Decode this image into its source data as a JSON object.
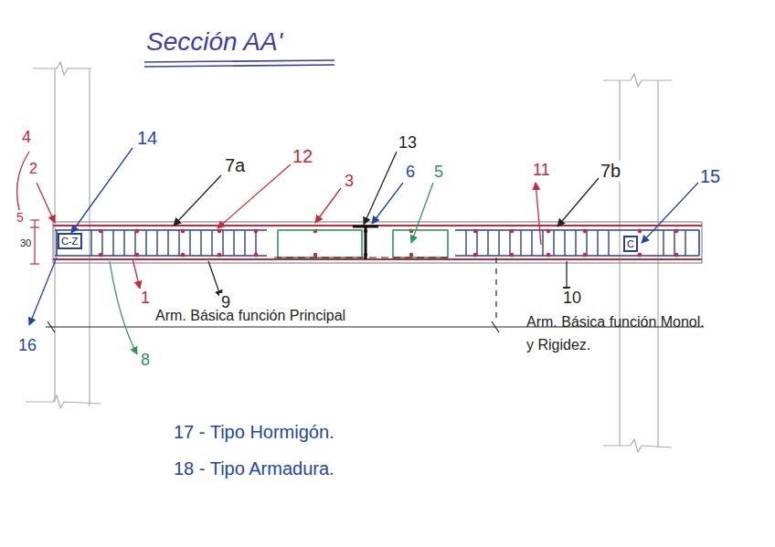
{
  "diagram": {
    "title": "Sección AA'",
    "nodes": [
      {
        "text": [
          "C-Z"
        ]
      },
      {
        "text": [
          "C"
        ]
      }
    ],
    "labels": [
      "4",
      "2",
      "5",
      "30",
      "14",
      "7a",
      "12",
      "3",
      "13",
      "6",
      "5",
      "11",
      "7b",
      "15",
      "1",
      "9",
      "10",
      "16",
      "8",
      "Arm. Básica función Principal",
      "Arm. Básica función Monol. y Rigidez.",
      "17 - Tipo Hormigón.",
      "18 - Tipo Armadura."
    ]
  }
}
